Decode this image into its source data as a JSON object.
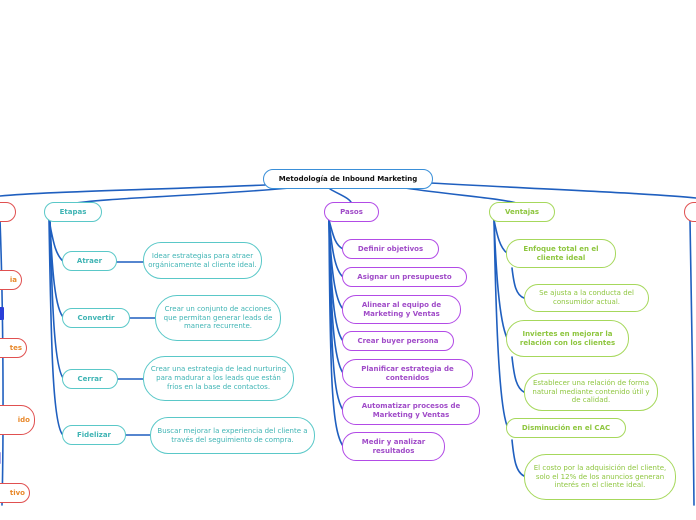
{
  "root": "Metodología de Inbound Marketing",
  "etapas": {
    "label": "Etapas",
    "items": [
      {
        "name": "Atraer",
        "desc": "Idear estrategias para atraer orgánicamente al cliente ideal."
      },
      {
        "name": "Convertir",
        "desc": "Crear un conjunto de acciones que permitan generar leads de manera recurrente."
      },
      {
        "name": "Cerrar",
        "desc": "Crear una estrategia de lead nurturing para madurar a los leads que están fríos en la base de contactos."
      },
      {
        "name": "Fidelizar",
        "desc": "Buscar mejorar la experiencia del cliente a través del seguimiento de compra."
      }
    ]
  },
  "pasos": {
    "label": "Pasos",
    "items": [
      "Definir objetivos",
      "Asignar un presupuesto",
      "Alinear al equipo de Marketing y Ventas",
      "Crear buyer persona",
      "Planificar estrategia de contenidos",
      "Automatizar procesos de Marketing y Ventas",
      "Medir y analizar resultados"
    ]
  },
  "ventajas": {
    "label": "Ventajas",
    "items": [
      {
        "name": "Enfoque total en el cliente ideal",
        "desc": "Se ajusta a la conducta del consumidor actual."
      },
      {
        "name": "Inviertes en mejorar la relación con los clientes",
        "desc": "Establecer una relación de forma natural mediante contenido útil y de calidad."
      },
      {
        "name": "Disminución en el CAC",
        "desc": "El costo por la adquisición del cliente, solo el 12% de los anuncios generan interés en el cliente ideal."
      }
    ]
  },
  "left_fragments": [
    "ia",
    "tes",
    "ido",
    "tivo"
  ],
  "colors": {
    "root_border": "#3a8fd8",
    "connector": "#1f5fbf",
    "etapas": "#5ac8c8",
    "pasos": "#b24be6",
    "ventajas": "#a6d85c",
    "left_nodes": "#e05050",
    "left_text": "#e8882a",
    "left_square": "#2a3fd8"
  }
}
